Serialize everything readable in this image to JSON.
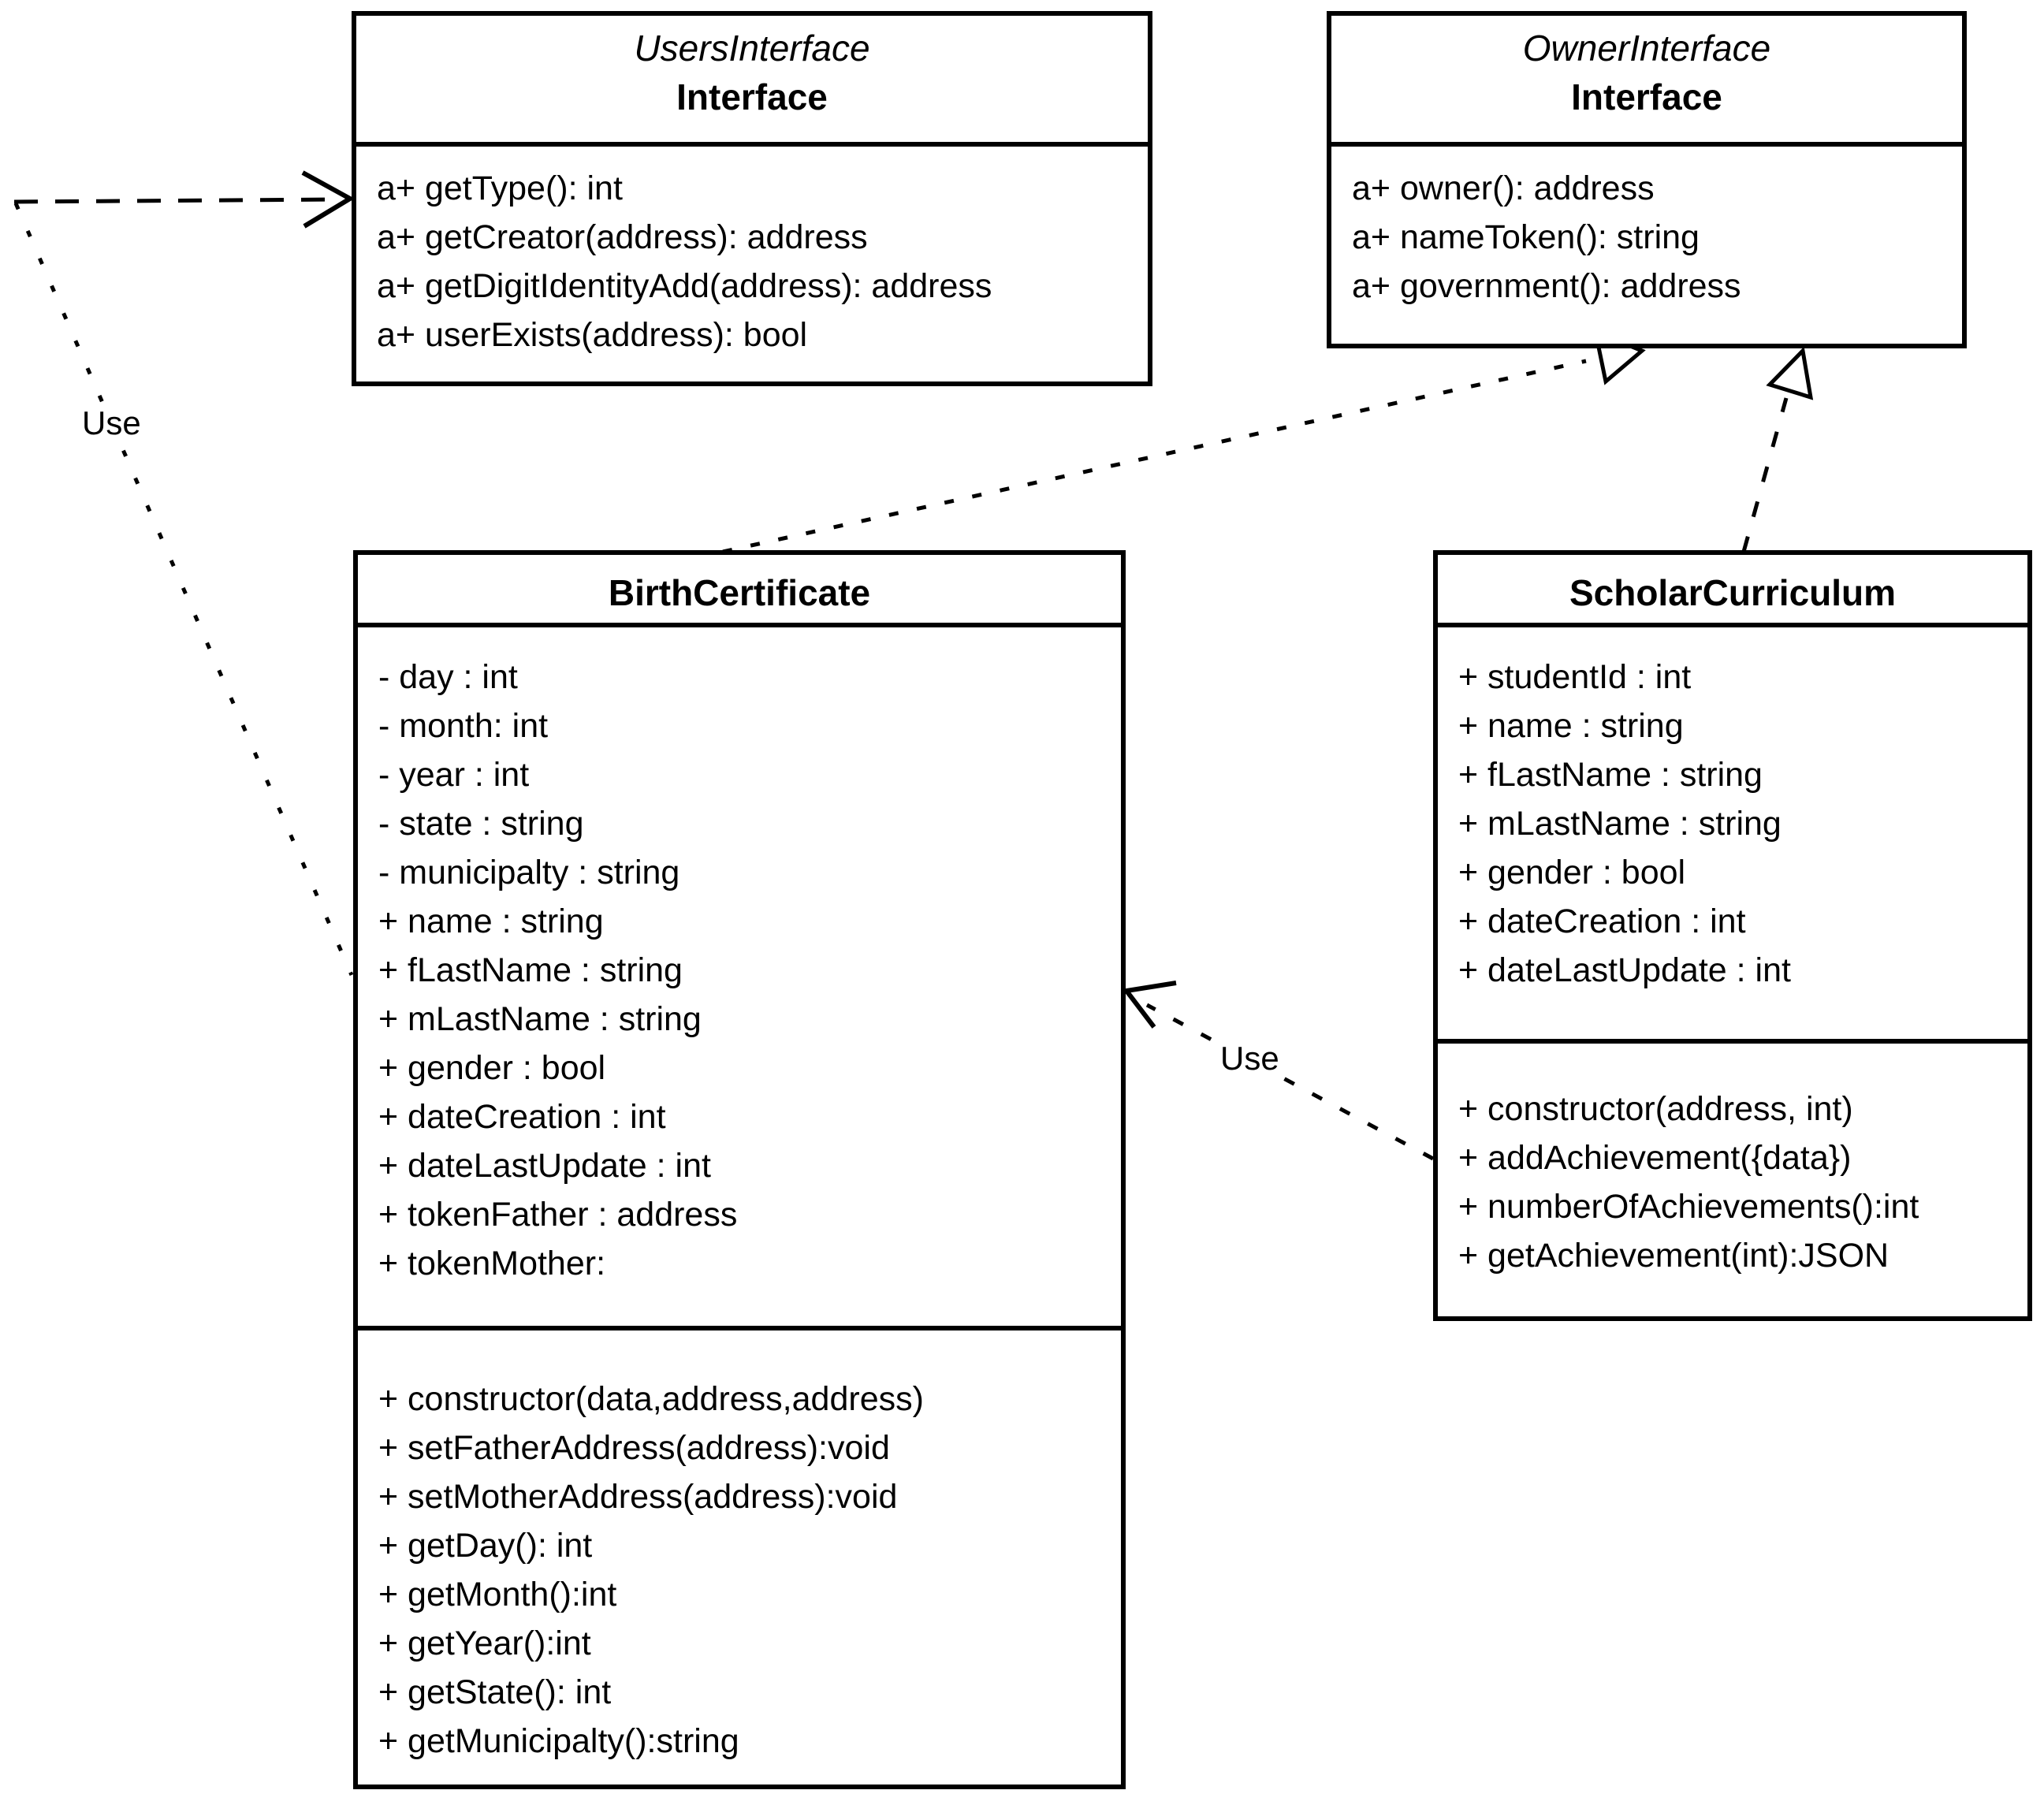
{
  "diagram": {
    "type": "uml-class-diagram",
    "background": "#ffffff",
    "line_color": "#000000",
    "text_color": "#000000"
  },
  "classes": {
    "users_interface": {
      "name": "UsersInterface",
      "kind": "Interface",
      "methods": [
        "a+ getType(): int",
        "a+ getCreator(address): address",
        "a+ getDigitIdentityAdd(address): address",
        "a+ userExists(address): bool"
      ]
    },
    "owner_interface": {
      "name": "OwnerInterface",
      "kind": "Interface",
      "methods": [
        "a+ owner(): address",
        "a+ nameToken(): string",
        "a+ government(): address"
      ]
    },
    "birth_certificate": {
      "name": "BirthCertificate",
      "attributes": [
        "- day : int",
        "- month: int",
        "- year : int",
        "- state : string",
        "- municipalty : string",
        "+ name : string",
        "+ fLastName : string",
        "+ mLastName : string",
        "+ gender : bool",
        "+ dateCreation : int",
        "+ dateLastUpdate : int",
        "+ tokenFather : address",
        "+ tokenMother:"
      ],
      "methods": [
        "+ constructor(data,address,address)",
        "+ setFatherAddress(address):void",
        "+ setMotherAddress(address):void",
        "+ getDay(): int",
        "+ getMonth():int",
        "+ getYear():int",
        "+ getState(): int",
        "+ getMunicipalty():string"
      ]
    },
    "scholar_curriculum": {
      "name": "ScholarCurriculum",
      "attributes": [
        "+ studentId : int",
        "+ name : string",
        "+ fLastName : string",
        "+ mLastName : string",
        "+ gender : bool",
        "+ dateCreation : int",
        "+ dateLastUpdate : int"
      ],
      "methods": [
        "+ constructor(address, int)",
        "+ addAchievement({data})",
        "+ numberOfAchievements():int",
        "+ getAchievement(int):JSON"
      ]
    }
  },
  "relationships": [
    {
      "type": "dependency",
      "from": "BirthCertificate",
      "to": "UsersInterface",
      "label": "Use"
    },
    {
      "type": "realization",
      "from": "BirthCertificate",
      "to": "OwnerInterface",
      "label": ""
    },
    {
      "type": "realization",
      "from": "ScholarCurriculum",
      "to": "OwnerInterface",
      "label": ""
    },
    {
      "type": "dependency",
      "from": "ScholarCurriculum",
      "to": "BirthCertificate",
      "label": "Use"
    }
  ]
}
